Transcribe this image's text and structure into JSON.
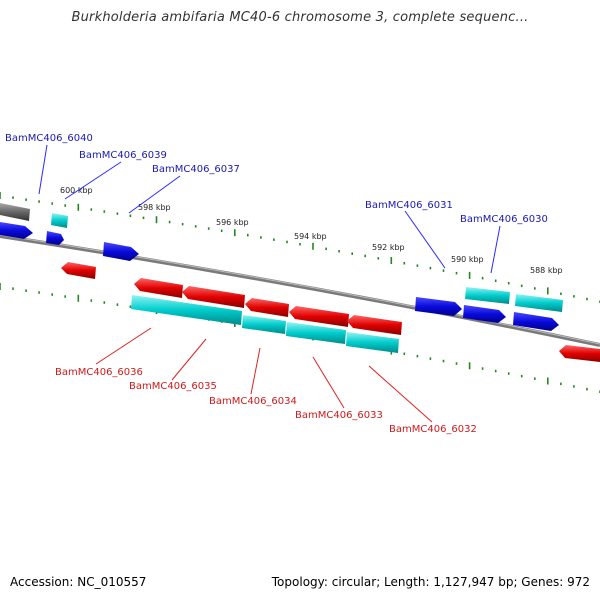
{
  "title": "Burkholderia ambifaria MC40-6 chromosome 3, complete sequenc...",
  "footer": {
    "accession_label": "Accession:",
    "accession": "NC_010557",
    "topology_label": "Topology:",
    "topology": "circular",
    "length_label": "Length:",
    "length": "1,127,947 bp",
    "genes_label": "Genes:",
    "genes": "972"
  },
  "kbp_labels": [
    "600 kbp",
    "598 kbp",
    "596 kbp",
    "594 kbp",
    "592 kbp",
    "590 kbp",
    "588 kbp"
  ],
  "gene_labels_top": [
    "BamMC406_6040",
    "BamMC406_6039",
    "BamMC406_6037",
    "BamMC406_6031",
    "BamMC406_6030"
  ],
  "gene_labels_bottom": [
    "BamMC406_6036",
    "BamMC406_6035",
    "BamMC406_6034",
    "BamMC406_6033",
    "BamMC406_6032"
  ],
  "colors": {
    "forward": "#0a0adc",
    "reverse": "#e00000",
    "orf": "#00cccc",
    "tick": "#228822",
    "backbone": "#888888",
    "label_top": "#1a1ab0",
    "label_bottom": "#cc1a1a"
  }
}
